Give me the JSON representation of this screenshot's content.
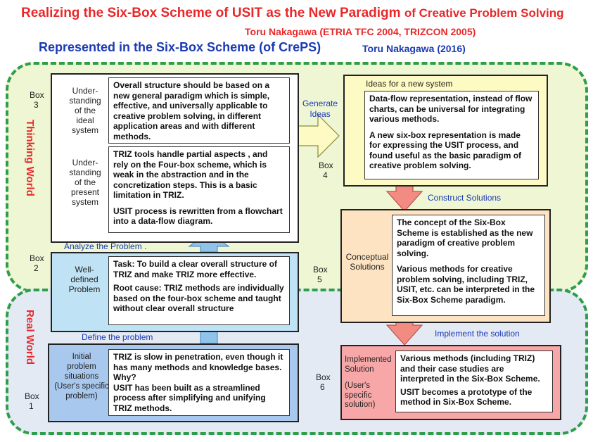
{
  "title": {
    "line1_main": "Realizing the Six-Box Scheme of USIT as the New Paradigm",
    "line1_tail": "of Creative Problem Solving",
    "line2": "Toru Nakagawa (ETRIA TFC 2004, TRIZCON 2005)",
    "line3": "Represented in the Six-Box Scheme (of CrePS)",
    "line4": "Toru Nakagawa (2016)"
  },
  "worlds": {
    "thinking": "Thinking World",
    "real": "Real World"
  },
  "arrows": {
    "analyze": "Analyze the Problem .",
    "define": "Define the problem",
    "generate": [
      "Generate",
      "Ideas"
    ],
    "construct": "Construct Solutions",
    "implement": "Implement  the solution"
  },
  "box3": {
    "label": [
      "Box",
      "3"
    ],
    "ideal_label": [
      "Under-",
      "standing",
      "of the",
      "ideal",
      "system"
    ],
    "ideal_text": "Overall structure should be based on a new general paradigm which is simple, effective, and universally applicable to creative problem solving, in different application areas and with different methods.",
    "present_label": [
      "Under-",
      "standing",
      "of the",
      "present",
      "system"
    ],
    "present_text_1": "TRIZ tools handle partial aspects , and rely on the Four-box scheme, which is weak in the abstraction and in the concretization steps.  This is a basic limitation in TRIZ.",
    "present_text_2": "USIT process is rewritten from a flowchart into a data-flow diagram."
  },
  "box2": {
    "label": [
      "Box",
      "2"
    ],
    "side_label": [
      "Well-",
      "defined",
      "Problem"
    ],
    "text_1": "Task: To build a clear overall structure of TRIZ and make TRIZ more effective.",
    "text_2": "Root cause:  TRIZ methods are individually based on the four-box scheme and taught without clear overall structure"
  },
  "box1": {
    "label": [
      "Box",
      "1"
    ],
    "side_label": [
      "Initial",
      "problem",
      "situations",
      "(User's specific",
      "problem)"
    ],
    "text_1": "TRIZ is slow in penetration, even though it has many methods and knowledge bases. Why?",
    "text_2": "USIT has been built as a  streamlined process after simplifying and unifying TRIZ methods."
  },
  "box4": {
    "label": [
      "Box",
      "4"
    ],
    "header": "Ideas for a new system",
    "text_1": "Data-flow representation, instead of flow charts, can be universal for integrating various methods.",
    "text_2": "A new six-box representation is made for expressing the USIT process, and found useful as the basic paradigm of creative problem solving."
  },
  "box5": {
    "label": [
      "Box",
      "5"
    ],
    "side_label": [
      "Conceptual",
      "Solutions"
    ],
    "text_1": "The concept of the Six-Box Scheme is established as the new paradigm of creative problem solving.",
    "text_2": "Various methods for creative problem solving, including TRIZ, USIT, etc. can be interpreted in the Six-Box Scheme paradigm."
  },
  "box6": {
    "label": [
      "Box",
      "6"
    ],
    "side_label": [
      "Implemented",
      "Solution",
      "",
      "(User's",
      "specific",
      "solution)"
    ],
    "text_1": "Various methods (including TRIZ) and their  case studies are interpreted in the Six-Box Scheme.",
    "text_2": "USIT becomes a prototype of the method in Six-Box Scheme."
  },
  "colors": {
    "title_red": "#e8282a",
    "title_blue": "#1b3ab3",
    "dashed_green": "#2e9e4a",
    "box3_fill": "#ffffff",
    "box2_fill": "#bfe3f5",
    "box1_fill": "#a9c8ee",
    "box4_fill": "#fdfac4",
    "box5_fill": "#fde3c2",
    "box6_fill": "#f7a7a7",
    "blue_arrow": "#8fc3ea",
    "yellow_arrow": "#fdfac4",
    "red_arrow": "#f28b82"
  }
}
